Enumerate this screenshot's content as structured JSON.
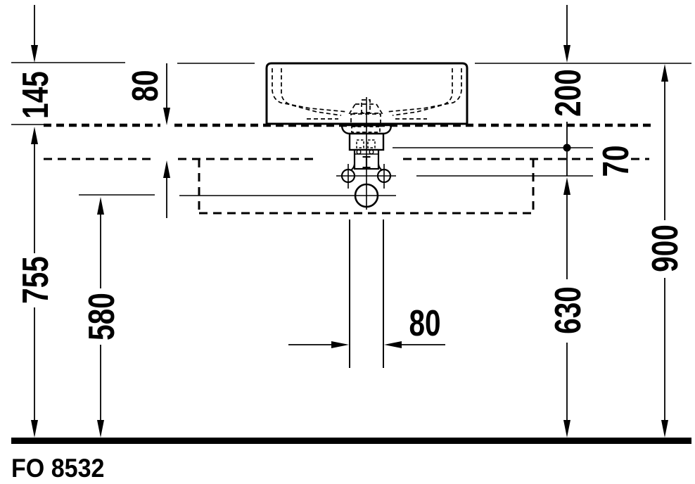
{
  "drawing": {
    "model": "FO 8532",
    "colors": {
      "ink": "#000000",
      "paper": "#ffffff"
    },
    "dimensions": {
      "rim_to_console_top": "145",
      "console_top_thickness": "80",
      "rim_to_fixing_point": "200",
      "fixing_to_drain_center": "70",
      "floor_to_console_underside": "755",
      "floor_to_trap_outlet": "580",
      "floor_to_drain_center": "630",
      "floor_to_rim": "900",
      "drain_pipe_clearance_width": "80"
    }
  }
}
